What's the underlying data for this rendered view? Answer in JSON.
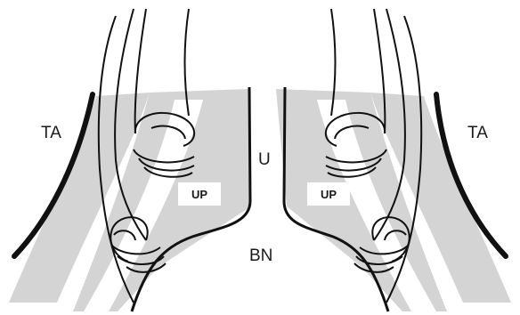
{
  "labels": {
    "ta_left": "TA",
    "ta_right": "TA",
    "u": "U",
    "up_left": "UP",
    "up_right": "UP",
    "bn": "BN"
  },
  "colors": {
    "background": "#ffffff",
    "gray_region": "#d4d4d4",
    "stroke": "#111111"
  }
}
